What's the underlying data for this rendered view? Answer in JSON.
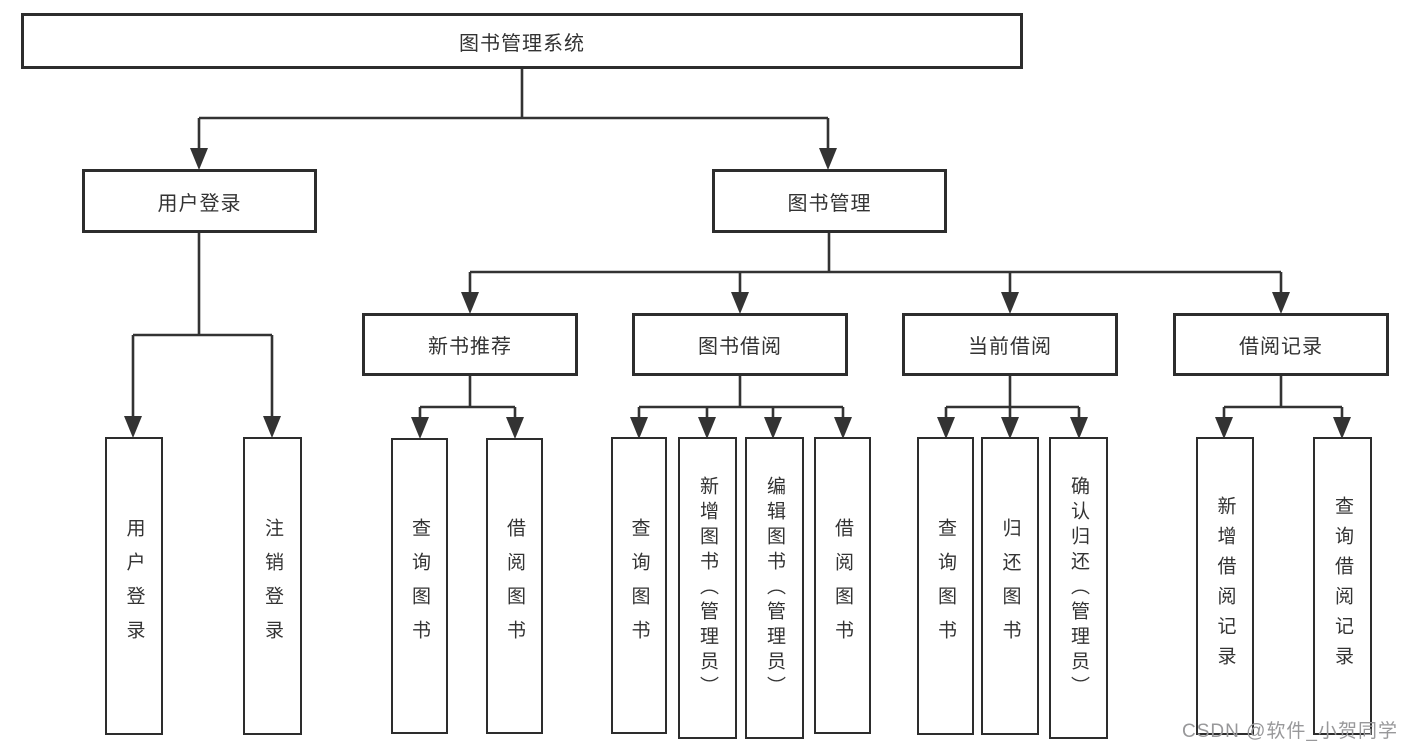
{
  "diagram": {
    "root": {
      "label": "图书管理系统"
    },
    "level2": [
      {
        "label": "用户登录",
        "children": [
          {
            "label": "用户登录"
          },
          {
            "label": "注销登录"
          }
        ]
      },
      {
        "label": "图书管理",
        "children": [
          {
            "label": "新书推荐",
            "children": [
              {
                "label": "查询图书"
              },
              {
                "label": "借阅图书"
              }
            ]
          },
          {
            "label": "图书借阅",
            "children": [
              {
                "label": "查询图书"
              },
              {
                "label": "新增图书（管理员）"
              },
              {
                "label": "编辑图书（管理员）"
              },
              {
                "label": "借阅图书"
              }
            ]
          },
          {
            "label": "当前借阅",
            "children": [
              {
                "label": "查询图书"
              },
              {
                "label": "归还图书"
              },
              {
                "label": "确认归还（管理员）"
              }
            ]
          },
          {
            "label": "借阅记录",
            "children": [
              {
                "label": "新增借阅记录"
              },
              {
                "label": "查询借阅记录"
              }
            ]
          }
        ]
      }
    ]
  },
  "watermark": {
    "text": "CSDN @软件_小贺同学"
  },
  "colors": {
    "line": "#333333",
    "box_border": "#2d2d2d",
    "text": "#333333",
    "watermark": "#98989a",
    "background": "#ffffff"
  }
}
